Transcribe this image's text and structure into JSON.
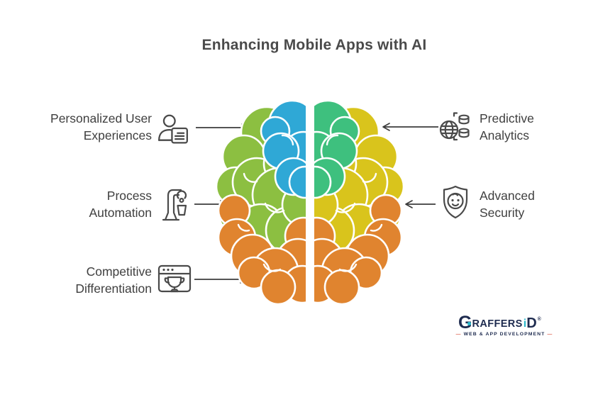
{
  "title": "Enhancing Mobile Apps with AI",
  "features": {
    "left": [
      {
        "label": "Personalized User Experiences",
        "line1": "Personalized User",
        "line2": "Experiences",
        "icon": "user-profile-icon"
      },
      {
        "label": "Process Automation",
        "line1": "Process",
        "line2": "Automation",
        "icon": "robot-arm-icon"
      },
      {
        "label": "Competitive Differentiation",
        "line1": "Competitive",
        "line2": "Differentiation",
        "icon": "trophy-browser-icon"
      }
    ],
    "right": [
      {
        "label": "Predictive Analytics",
        "line1": "Predictive",
        "line2": "Analytics",
        "icon": "globe-database-icon"
      },
      {
        "label": "Advanced Security",
        "line1": "Advanced",
        "line2": "Security",
        "icon": "shield-face-icon"
      }
    ]
  },
  "brain": {
    "colors": {
      "left_top": "#2FA8D6",
      "left_mid": "#8CBF41",
      "right_top": "#3EC07E",
      "right_mid": "#D9C41C",
      "bottom": "#E0842F"
    }
  },
  "logo": {
    "g": "G",
    "mid": "RAFFERS",
    "i": "i",
    "d": "D",
    "registered": "®",
    "tagline": "WEB & APP DEVELOPMENT",
    "dash": "—",
    "brand_navy": "#1E2B4F",
    "brand_teal": "#2AB7CA",
    "dash_red": "#D94F3D"
  }
}
